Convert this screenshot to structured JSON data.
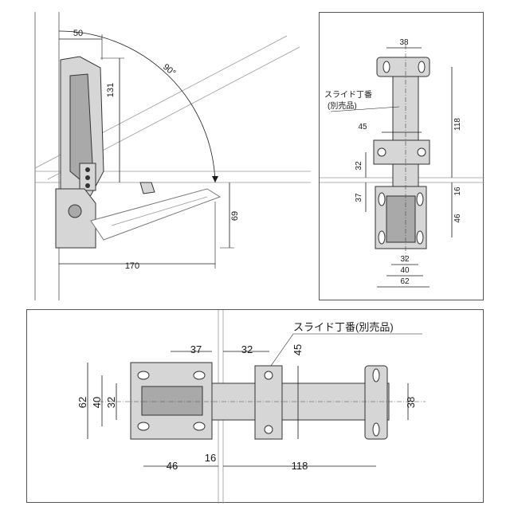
{
  "side_view": {
    "dims": {
      "top_offset": "50",
      "height": "131",
      "angle": "90°",
      "depth": "69",
      "length": "170"
    }
  },
  "front_view": {
    "dims": {
      "top_width": "38",
      "mid_width": "45",
      "total_height": "118",
      "offset": "32",
      "lower": "37",
      "gap": "16",
      "bottom_height": "46",
      "width_32": "32",
      "width_40": "40",
      "width_62": "62"
    },
    "callout": {
      "line1": "スライド丁番",
      "line2": "(別売品)"
    }
  },
  "top_view": {
    "dims": {
      "left_37": "37",
      "mid_32": "32",
      "vert_45": "45",
      "h62": "62",
      "h40": "40",
      "h32": "32",
      "right_38": "38",
      "bottom_46": "46",
      "bottom_16": "16",
      "bottom_118": "118"
    },
    "callout": "スライド丁番(別売品)"
  }
}
